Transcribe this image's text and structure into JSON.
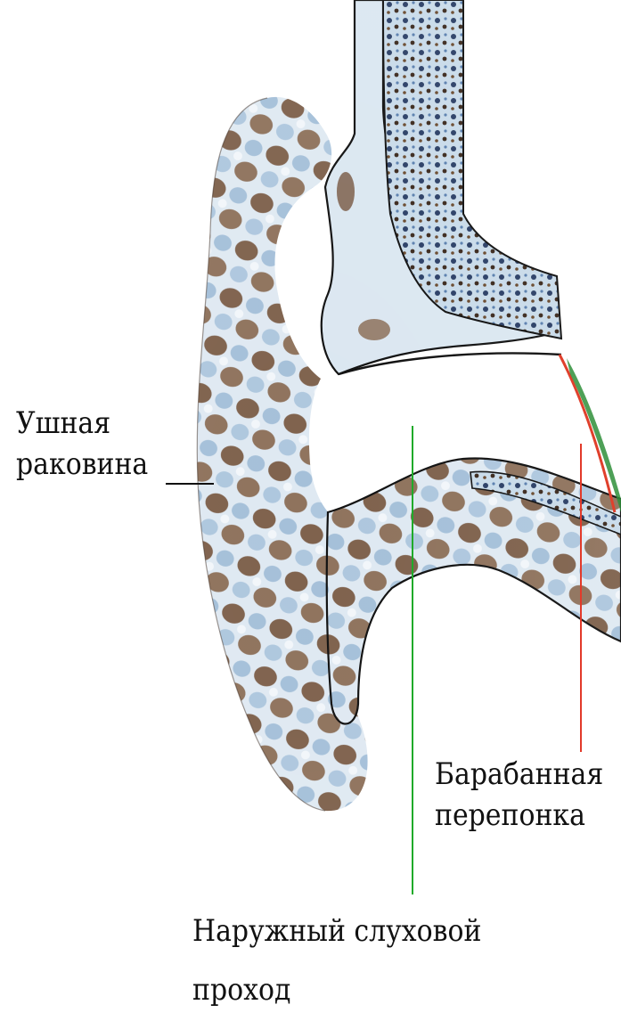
{
  "labels": {
    "auricle": {
      "line1": "Ушная",
      "line2": "раковина"
    },
    "eardrum": {
      "line1": "Барабанная",
      "line2": "перепонка"
    },
    "ear_canal": {
      "line1": "Наружный слуховой",
      "line2": "проход"
    }
  },
  "colors": {
    "background": "#ffffff",
    "tissue_light": "#dfe9f2",
    "tissue_blue": "#8fb0cc",
    "tissue_brown": "#6e4a30",
    "outline": "#1a1a1a",
    "leader_black": "#111111",
    "leader_green": "#1faa2a",
    "leader_red": "#e23a2a",
    "eardrum_red": "#e0402c",
    "eardrum_green": "#2f8f3a"
  }
}
